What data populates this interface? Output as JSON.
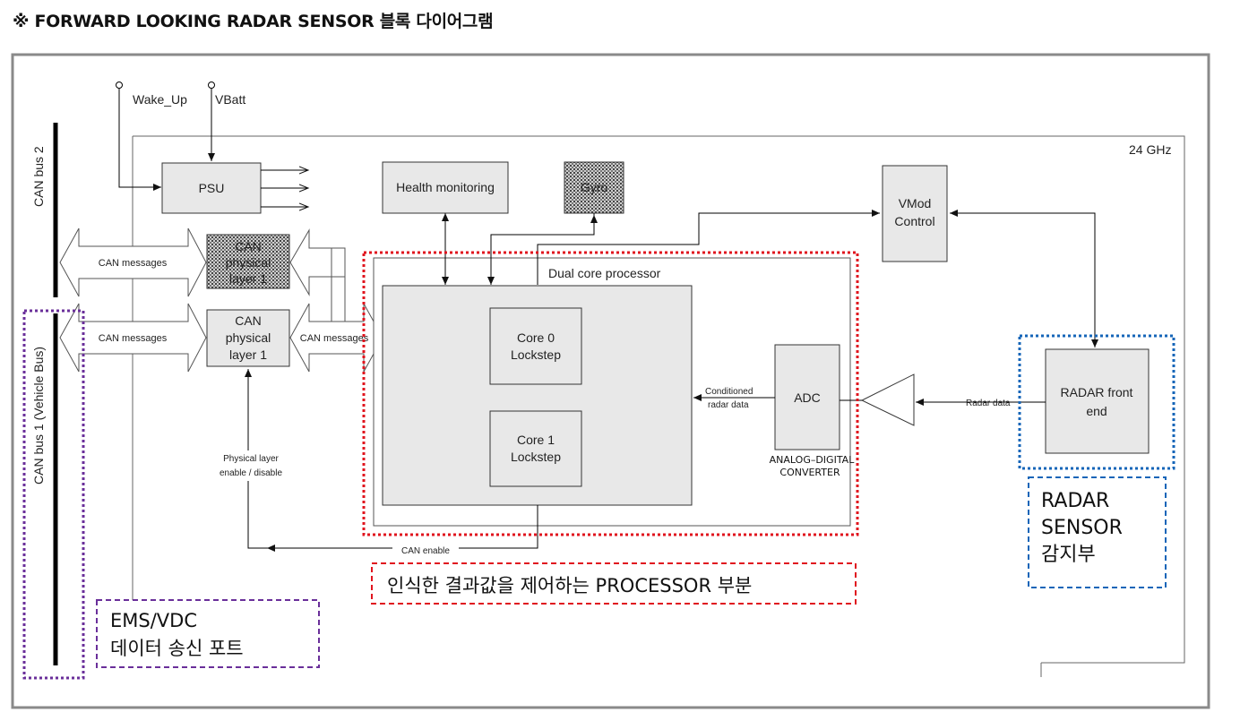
{
  "title": "※ FORWARD LOOKING RADAR SENSOR 블록 다이어그램",
  "diagram": {
    "band": "24 GHz",
    "bus_labels": {
      "can_bus_2": "CAN bus 2",
      "can_bus_1": "CAN bus 1 (Vehicle Bus)"
    },
    "terminals": {
      "wake_up": "Wake_Up",
      "vbatt": "VBatt"
    },
    "blocks": {
      "psu": "PSU",
      "health": "Health monitoring",
      "gyro": "Gyro",
      "vmod_line1": "VMod",
      "vmod_line2": "Control",
      "can_phy2_line1": "CAN",
      "can_phy2_line2": "physical",
      "can_phy2_line3": "layer 1",
      "can_phy1_line1": "CAN",
      "can_phy1_line2": "physical",
      "can_phy1_line3": "layer 1",
      "dual_core": "Dual core processor",
      "core0_line1": "Core 0",
      "core0_line2": "Lockstep",
      "core1_line1": "Core 1",
      "core1_line2": "Lockstep",
      "adc": "ADC",
      "radar_line1": "RADAR front",
      "radar_line2": "end"
    },
    "signals": {
      "can_messages_top": "CAN messages",
      "can_messages_bottom": "CAN messages",
      "can_messages_inner": "CAN messages",
      "conditioned_line1": "Conditioned",
      "conditioned_line2": "radar data",
      "radar_data": "Radar data",
      "physical_layer_line1": "Physical layer",
      "physical_layer_line2": "enable / disable",
      "can_enable": "CAN enable"
    },
    "annotations": {
      "adc_line1": "ANALOG–DIGITAL",
      "adc_line2": "CONVERTER",
      "processor": "인식한 결과값을 제어하는 PROCESSOR 부분",
      "radar_sensor_line1": "RADAR",
      "radar_sensor_line2": "SENSOR",
      "radar_sensor_line3": "감지부",
      "ems_line1": "EMS/VDC",
      "ems_line2": "데이터 송신 포트"
    },
    "colors": {
      "block_fill": "#e8e8e8",
      "processor_highlight": "#e0141e",
      "radar_highlight": "#1565b8",
      "ems_highlight": "#6a2f9a",
      "frame": "#8a8a8a"
    }
  }
}
